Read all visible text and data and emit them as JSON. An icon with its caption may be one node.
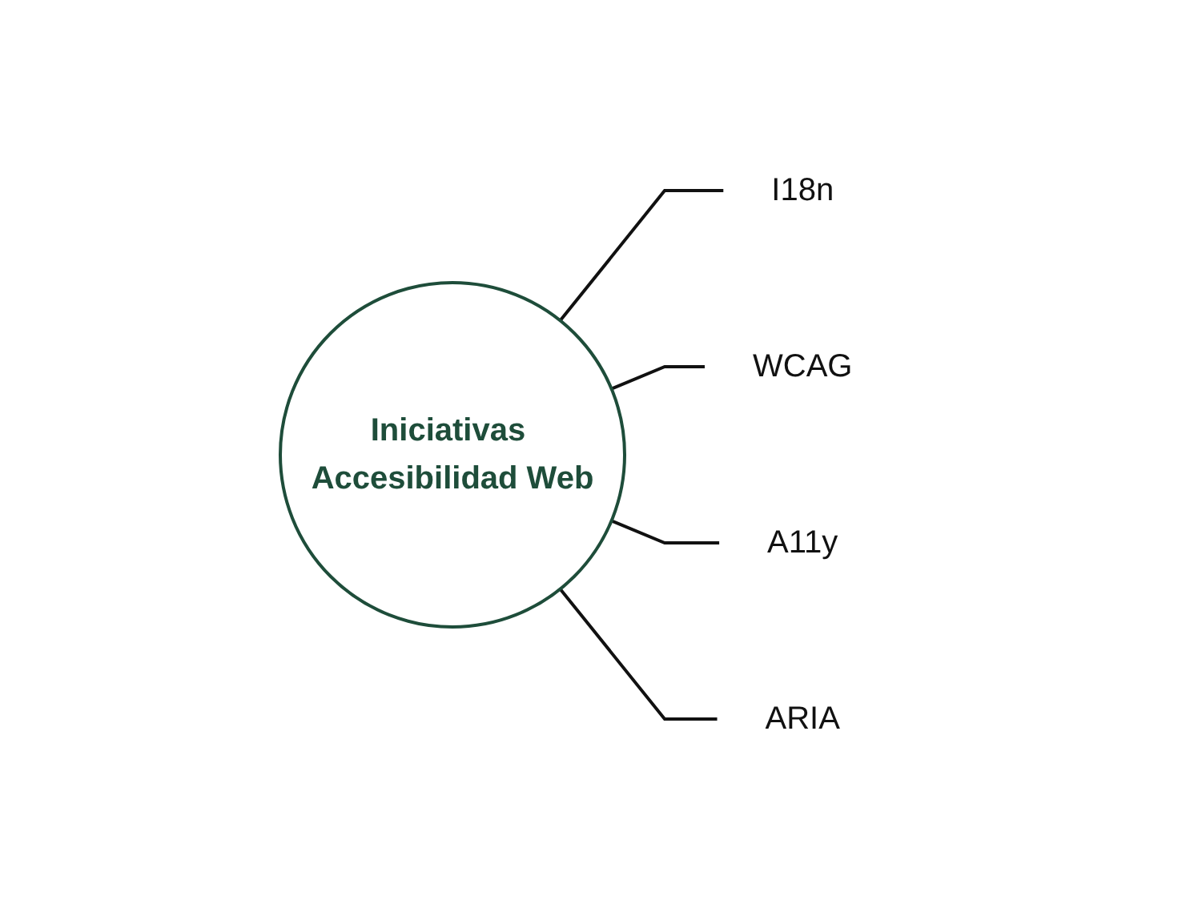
{
  "diagram": {
    "nodes": [
      {
        "text": [
          "I18n"
        ]
      },
      {
        "text": [
          "WCAG"
        ]
      },
      {
        "text": [
          "Iniciativas Accesibilidad Web"
        ]
      },
      {
        "text": [
          "A11y"
        ]
      },
      {
        "text": [
          "ARIA"
        ]
      }
    ],
    "edges": [
      {
        "from": 2,
        "to": 0,
        "arrow": "none"
      },
      {
        "from": 2,
        "to": 1,
        "arrow": "none"
      },
      {
        "from": 2,
        "to": 3,
        "arrow": "none"
      },
      {
        "from": 2,
        "to": 4,
        "arrow": "none"
      }
    ]
  }
}
